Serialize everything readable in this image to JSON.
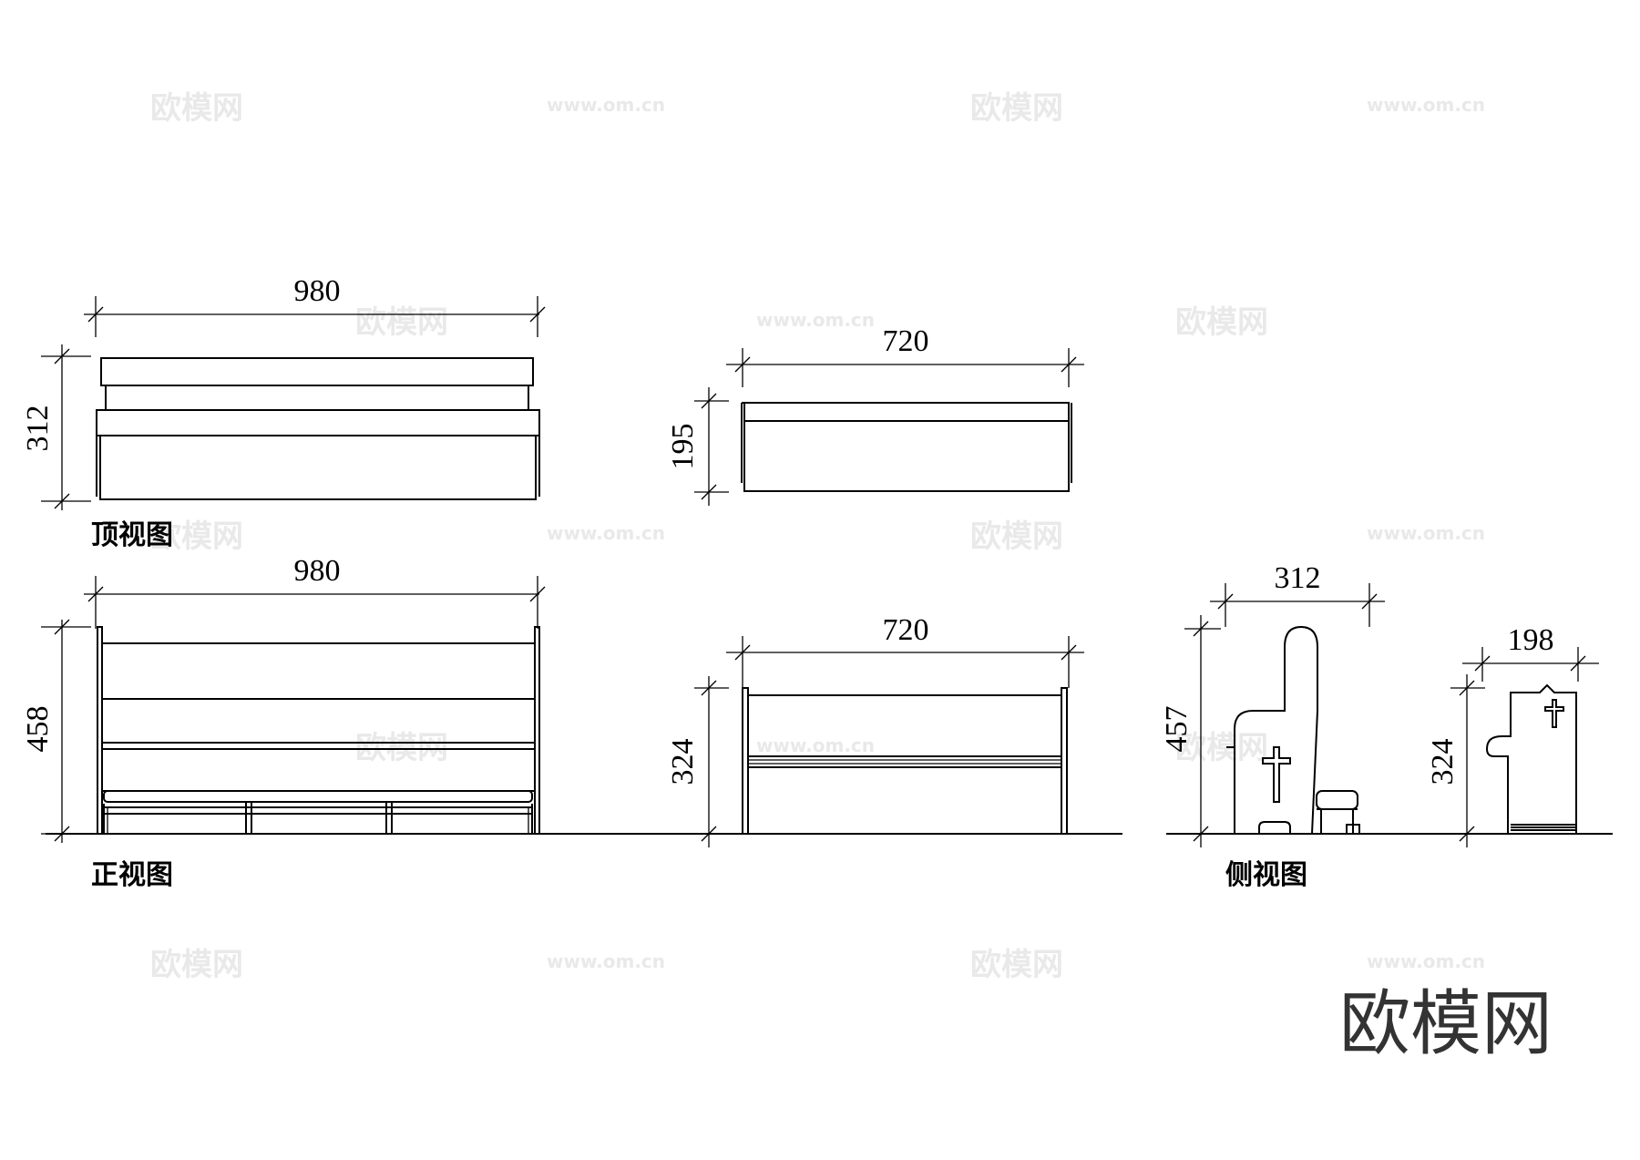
{
  "views": {
    "top": {
      "label": "顶视图",
      "width_dim": "980",
      "depth_dim": "312"
    },
    "top_small": {
      "width_dim": "720",
      "depth_dim": "195"
    },
    "front": {
      "label": "正视图",
      "width_dim": "980",
      "height_dim": "458"
    },
    "front_small": {
      "width_dim": "720",
      "height_dim": "324"
    },
    "side": {
      "label": "侧视图",
      "depth_dim": "312",
      "height_dim": "457"
    },
    "side_small": {
      "depth_dim": "198",
      "height_dim": "324"
    }
  },
  "watermark": {
    "brand": "欧模网",
    "url": "www.om.cn"
  }
}
